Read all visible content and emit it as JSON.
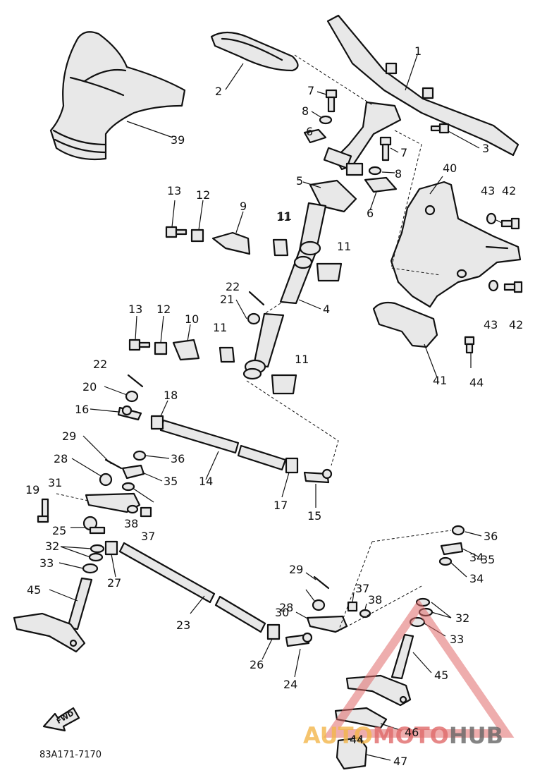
{
  "diagram": {
    "part_numbers": [
      "1",
      "2",
      "3",
      "4",
      "5",
      "6",
      "6",
      "7",
      "7",
      "8",
      "8",
      "9",
      "10",
      "11",
      "11",
      "11",
      "11",
      "11",
      "12",
      "12",
      "13",
      "13",
      "14",
      "15",
      "16",
      "17",
      "18",
      "19",
      "20",
      "21",
      "22",
      "22",
      "23",
      "24",
      "25",
      "26",
      "27",
      "28",
      "28",
      "29",
      "29",
      "30",
      "31",
      "32",
      "32",
      "33",
      "33",
      "34",
      "34",
      "35",
      "35",
      "36",
      "36",
      "37",
      "37",
      "38",
      "38",
      "39",
      "40",
      "41",
      "42",
      "42",
      "43",
      "43",
      "44",
      "44",
      "45",
      "45",
      "46",
      "47"
    ],
    "fwd_label": "FWD",
    "drawing_code": "83A171-7170"
  },
  "watermark": {
    "part1": "AUTO",
    "part2": "MOTO",
    "part3": "HUB"
  }
}
